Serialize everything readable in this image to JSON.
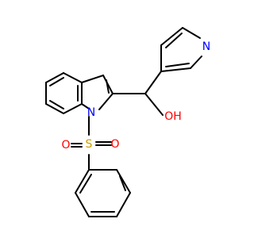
{
  "molecule": {
    "colors": {
      "bond": "#000000",
      "nitrogen": "#0000ff",
      "oxygen": "#ff0000",
      "sulfur": "#c8a000",
      "background": "#ffffff"
    },
    "labels": {
      "pyridine_n": "N",
      "indole_n": "N",
      "hydroxyl": "OH",
      "sulfur": "S",
      "sulfonyl_o_left": "O",
      "sulfonyl_o_right": "O"
    }
  }
}
